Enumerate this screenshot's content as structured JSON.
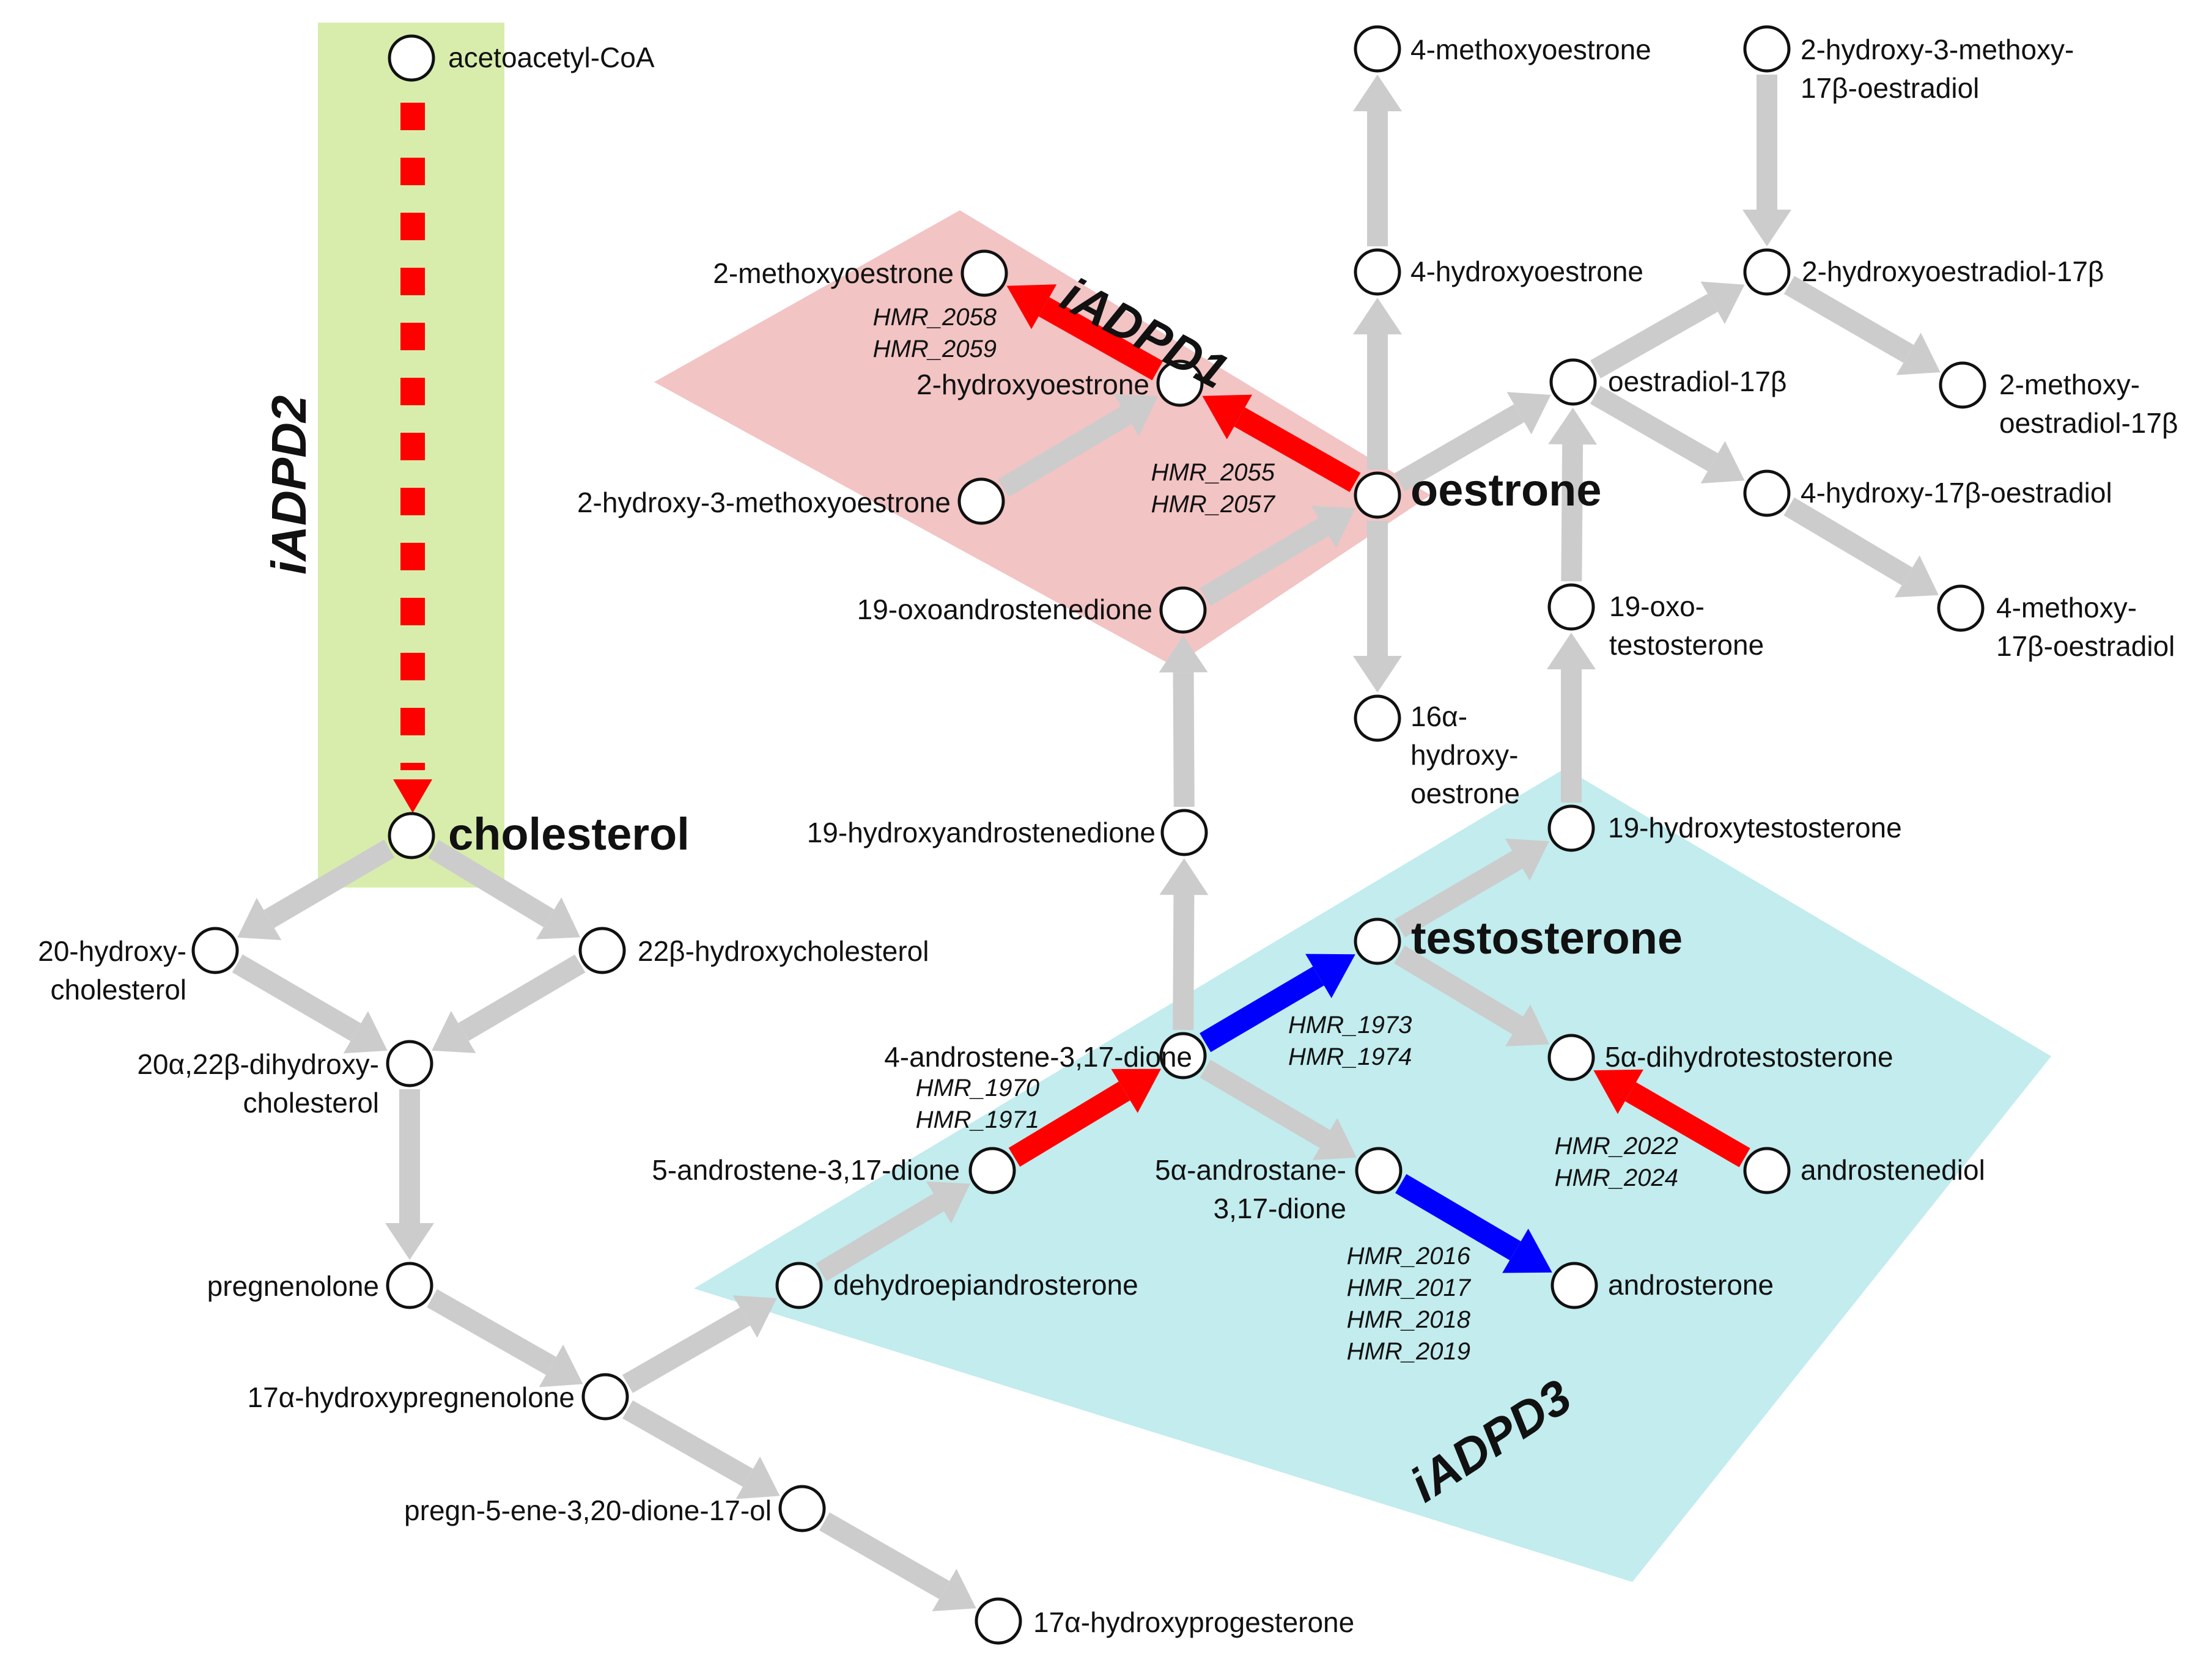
{
  "colors": {
    "gray": "#cccccc",
    "red": "#ff0000",
    "blue": "#0000ff",
    "region_green": "#d8edac",
    "region_pink": "#f2c4c4",
    "region_cyan": "#c2ecee"
  },
  "regions": {
    "iadpd1": "iADPD1",
    "iadpd2": "iADPD2",
    "iadpd3": "iADPD3"
  },
  "metabolites": {
    "acetoacetyl_coa": "acetoacetyl-CoA",
    "cholesterol": "cholesterol",
    "hydroxycholesterol_20_l1": "20-hydroxy-",
    "hydroxycholesterol_20_l2": "cholesterol",
    "hydroxycholesterol_22b": "22β-hydroxycholesterol",
    "dihydroxycholesterol_l1": "20α,22β-dihydroxy-",
    "dihydroxycholesterol_l2": "cholesterol",
    "pregnenolone": "pregnenolone",
    "hydroxypregnenolone_17a": "17α-hydroxypregnenolone",
    "pregn_dione_ol": "pregn-5-ene-3,20-dione-17-ol",
    "hydroxyprogesterone_17a": "17α-hydroxyprogesterone",
    "dhea": "dehydroepiandrosterone",
    "androstene_5_dione": "5-androstene-3,17-dione",
    "androstene_4_dione": "4-androstene-3,17-dione",
    "androstanedione_l1": "5α-androstane-",
    "androstanedione_l2": "3,17-dione",
    "androsterone": "androsterone",
    "testosterone": "testosterone",
    "dht": "5α-dihydrotestosterone",
    "androstenediol": "androstenediol",
    "hydroxytestosterone_19": "19-hydroxytestosterone",
    "oxotestosterone_l1": "19-oxo-",
    "oxotestosterone_l2": "testosterone",
    "hydroxyandrostenedione_19": "19-hydroxyandrostenedione",
    "oxoandrostenedione_19": "19-oxoandrostenedione",
    "oestrone": "oestrone",
    "hydroxyoestrone_2": "2-hydroxyoestrone",
    "methoxyoestrone_2": "2-methoxyoestrone",
    "hydroxy_methoxyoestrone": "2-hydroxy-3-methoxyoestrone",
    "hydroxyoestrone_4": "4-hydroxyoestrone",
    "methoxyoestrone_4": "4-methoxyoestrone",
    "hydroxyoestrone_16a_l1": "16α-",
    "hydroxyoestrone_16a_l2": "hydroxy-",
    "hydroxyoestrone_16a_l3": "oestrone",
    "oestradiol": "oestradiol-17β",
    "hydroxyoestradiol_2": "2-hydroxyoestradiol-17β",
    "hm_oestradiol_l1": "2-hydroxy-3-methoxy-",
    "hm_oestradiol_l2": "17β-oestradiol",
    "methoxyoestradiol_2_l1": "2-methoxy-",
    "methoxyoestradiol_2_l2": "oestradiol-17β",
    "hydroxyoestradiol_4": "4-hydroxy-17β-oestradiol",
    "methoxyoestradiol_4_l1": "4-methoxy-",
    "methoxyoestradiol_4_l2": "17β-oestradiol"
  },
  "enzymes": {
    "hmr_2058": "HMR_2058",
    "hmr_2059": "HMR_2059",
    "hmr_2055": "HMR_2055",
    "hmr_2057": "HMR_2057",
    "hmr_1973": "HMR_1973",
    "hmr_1974": "HMR_1974",
    "hmr_1970": "HMR_1970",
    "hmr_1971": "HMR_1971",
    "hmr_2016": "HMR_2016",
    "hmr_2017": "HMR_2017",
    "hmr_2018": "HMR_2018",
    "hmr_2019": "HMR_2019",
    "hmr_2022": "HMR_2022",
    "hmr_2024": "HMR_2024"
  }
}
